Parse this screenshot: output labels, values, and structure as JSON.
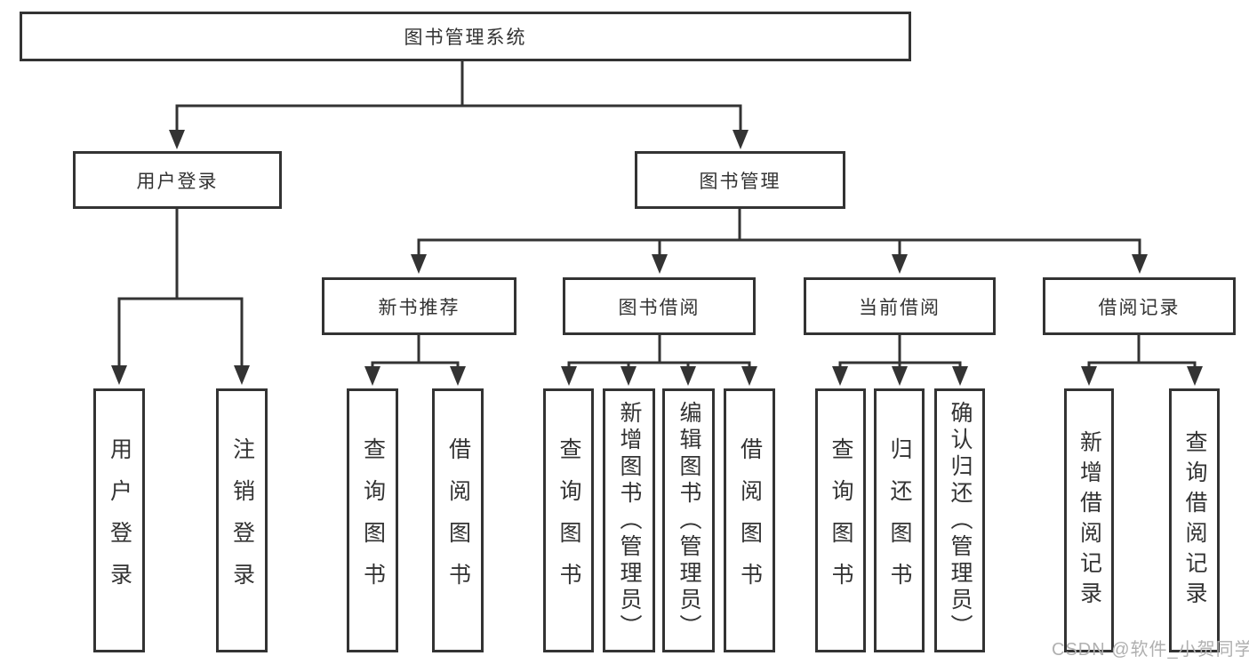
{
  "diagram": {
    "root": {
      "label": "图书管理系统"
    },
    "branches": [
      {
        "label": "用户登录",
        "children": [
          {
            "label": "用户登录"
          },
          {
            "label": "注销登录"
          }
        ]
      },
      {
        "label": "图书管理",
        "children": [
          {
            "label": "新书推荐",
            "children": [
              {
                "label": "查询图书"
              },
              {
                "label": "借阅图书"
              }
            ]
          },
          {
            "label": "图书借阅",
            "children": [
              {
                "label": "查询图书"
              },
              {
                "label": "新增图书（管理员）"
              },
              {
                "label": "编辑图书（管理员）"
              },
              {
                "label": "借阅图书"
              }
            ]
          },
          {
            "label": "当前借阅",
            "children": [
              {
                "label": "查询图书"
              },
              {
                "label": "归还图书"
              },
              {
                "label": "确认归还（管理员）"
              }
            ]
          },
          {
            "label": "借阅记录",
            "children": [
              {
                "label": "新增借阅记录"
              },
              {
                "label": "查询借阅记录"
              }
            ]
          }
        ]
      }
    ]
  },
  "watermark": {
    "text": "CSDN @软件_小贺同学"
  },
  "colors": {
    "line": "#333333",
    "box_border": "#333333",
    "text": "#333333",
    "background": "#ffffff",
    "watermark": "#b0b0b0"
  }
}
